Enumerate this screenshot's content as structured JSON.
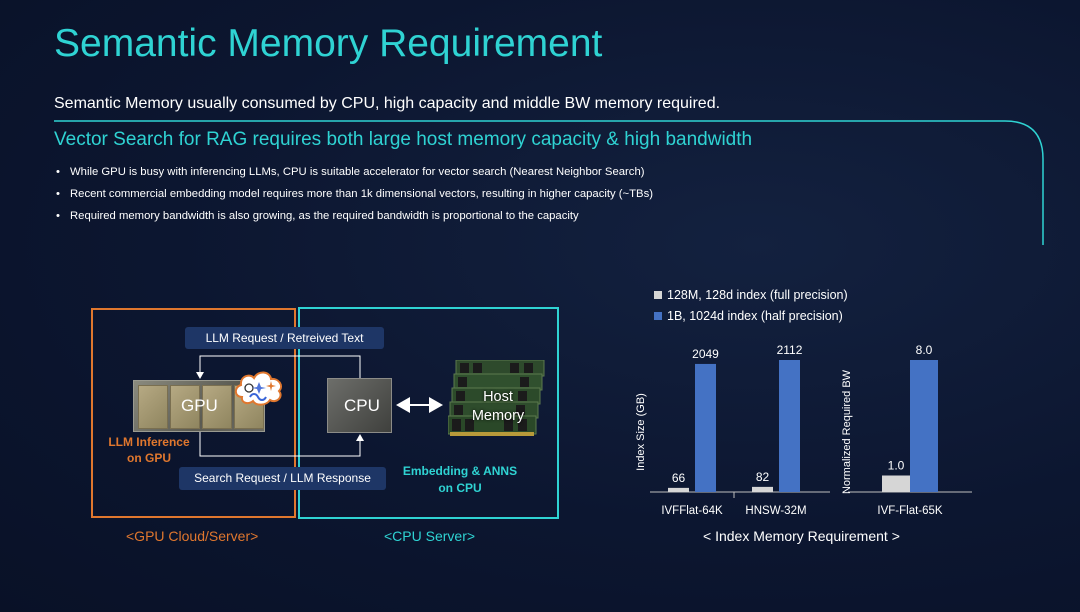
{
  "title": "Semantic Memory Requirement",
  "subtitle": "Semantic Memory usually consumed by CPU, high capacity and middle BW memory required.",
  "headline": "Vector Search for RAG requires both large host memory capacity & high bandwidth",
  "bullets": [
    "While GPU is busy with inferencing LLMs, CPU is suitable accelerator for vector search (Nearest Neighbor Search)",
    "Recent commercial embedding model requires more than 1k dimensional vectors, resulting in higher capacity (~TBs)",
    "Required memory bandwidth is also growing, as the required bandwidth is  proportional to the capacity"
  ],
  "bullet_glyph": "•",
  "diagram": {
    "llm_request": "LLM Request / Retreived Text",
    "search_request": "Search Request / LLM Response",
    "gpu_label": "GPU",
    "cpu_label": "CPU",
    "host_memory": "Host Memory",
    "llm_inference": "LLM Inference on GPU",
    "embedding": "Embedding & ANNS on CPU",
    "gpu_caption": "<GPU Cloud/Server>",
    "cpu_caption": "<CPU Server>",
    "colors": {
      "gpu": "#e0772e",
      "cpu": "#2fd3d3",
      "tag_bg": "#1e3666"
    }
  },
  "chart_data": [
    {
      "type": "bar",
      "categories": [
        "IVFFlat-64K",
        "HNSW-32M"
      ],
      "series": [
        {
          "name": "128M, 128d index (full precision)",
          "values": [
            66,
            82
          ],
          "color": "#d6d6d6"
        },
        {
          "name": "1B, 1024d index (half precision)",
          "values": [
            2049,
            2112
          ],
          "color": "#4472c4"
        }
      ],
      "ylabel": "Index Size (GB)",
      "ylim": [
        0,
        2112
      ],
      "grid": false,
      "legend": "top"
    },
    {
      "type": "bar",
      "categories": [
        "IVF-Flat-65K"
      ],
      "series": [
        {
          "name": "128M, 128d index (full precision)",
          "values": [
            1.0
          ],
          "color": "#d6d6d6"
        },
        {
          "name": "1B, 1024d index (half precision)",
          "values": [
            8.0
          ],
          "color": "#4472c4"
        }
      ],
      "ylabel": "Normalized Required BW",
      "ylim": [
        0,
        8.0
      ],
      "grid": false
    }
  ],
  "legend": [
    {
      "label": "128M, 128d index (full precision)",
      "color": "#d6d6d6"
    },
    {
      "label": "1B, 1024d index (half precision)",
      "color": "#4472c4"
    }
  ],
  "chart_caption": "< Index Memory Requirement >",
  "value_labels": [
    "66",
    "2049",
    "82",
    "2112",
    "1.0",
    "8.0"
  ]
}
